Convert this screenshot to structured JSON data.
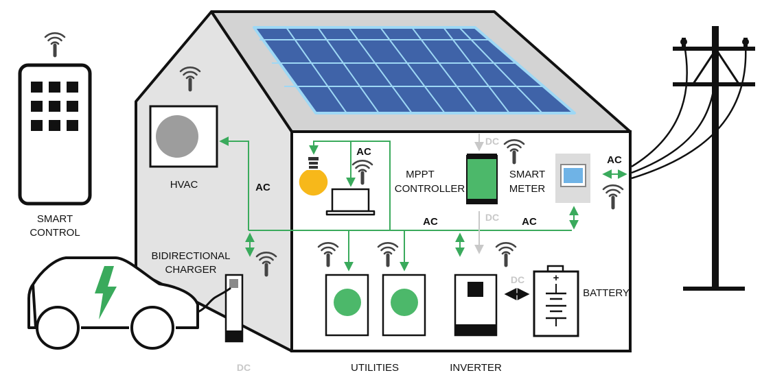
{
  "labels": {
    "smart_control_1": "SMART",
    "smart_control_2": "CONTROL",
    "hvac": "HVAC",
    "bidirectional_1": "BIDIRECTIONAL",
    "bidirectional_2": "CHARGER",
    "mppt_1": "MPPT",
    "mppt_2": "CONTROLLER",
    "smart_meter_1": "SMART",
    "smart_meter_2": "METER",
    "battery": "BATTERY",
    "utilities": "UTILITIES",
    "inverter": "INVERTER"
  },
  "flow_labels": {
    "ac_hvac": "AC",
    "ac_laptop": "AC",
    "ac_grid": "AC",
    "ac_bus_left": "AC",
    "ac_bus_right": "AC",
    "dc_mppt_top": "DC",
    "dc_mppt_bottom": "DC",
    "dc_battery": "DC",
    "dc_charger": "DC",
    "battery_plus": "+"
  },
  "colors": {
    "ac_flow": "#3aaa5c",
    "dc_flow": "#c8c8c8",
    "panel_fill": "#3f63a8",
    "panel_edge": "#9ed8f5",
    "house_side": "#e3e3e3",
    "roof": "#d3d3d3",
    "green_device": "#4cb86a",
    "bulb": "#f7b81a",
    "meter_screen": "#6fb3e6",
    "outline": "#111111"
  }
}
